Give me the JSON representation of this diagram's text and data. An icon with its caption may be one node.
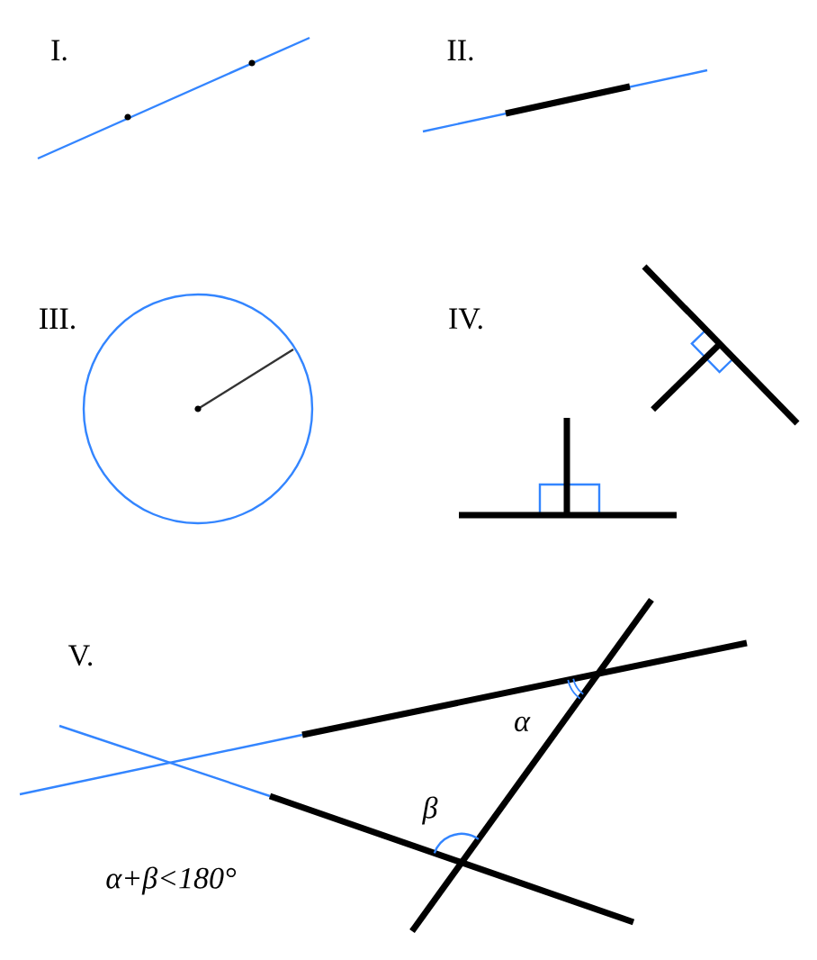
{
  "diagram": {
    "labels": [
      "I.",
      "II.",
      "III.",
      "IV.",
      "V.",
      "α",
      "β",
      "α+β<180°"
    ]
  }
}
